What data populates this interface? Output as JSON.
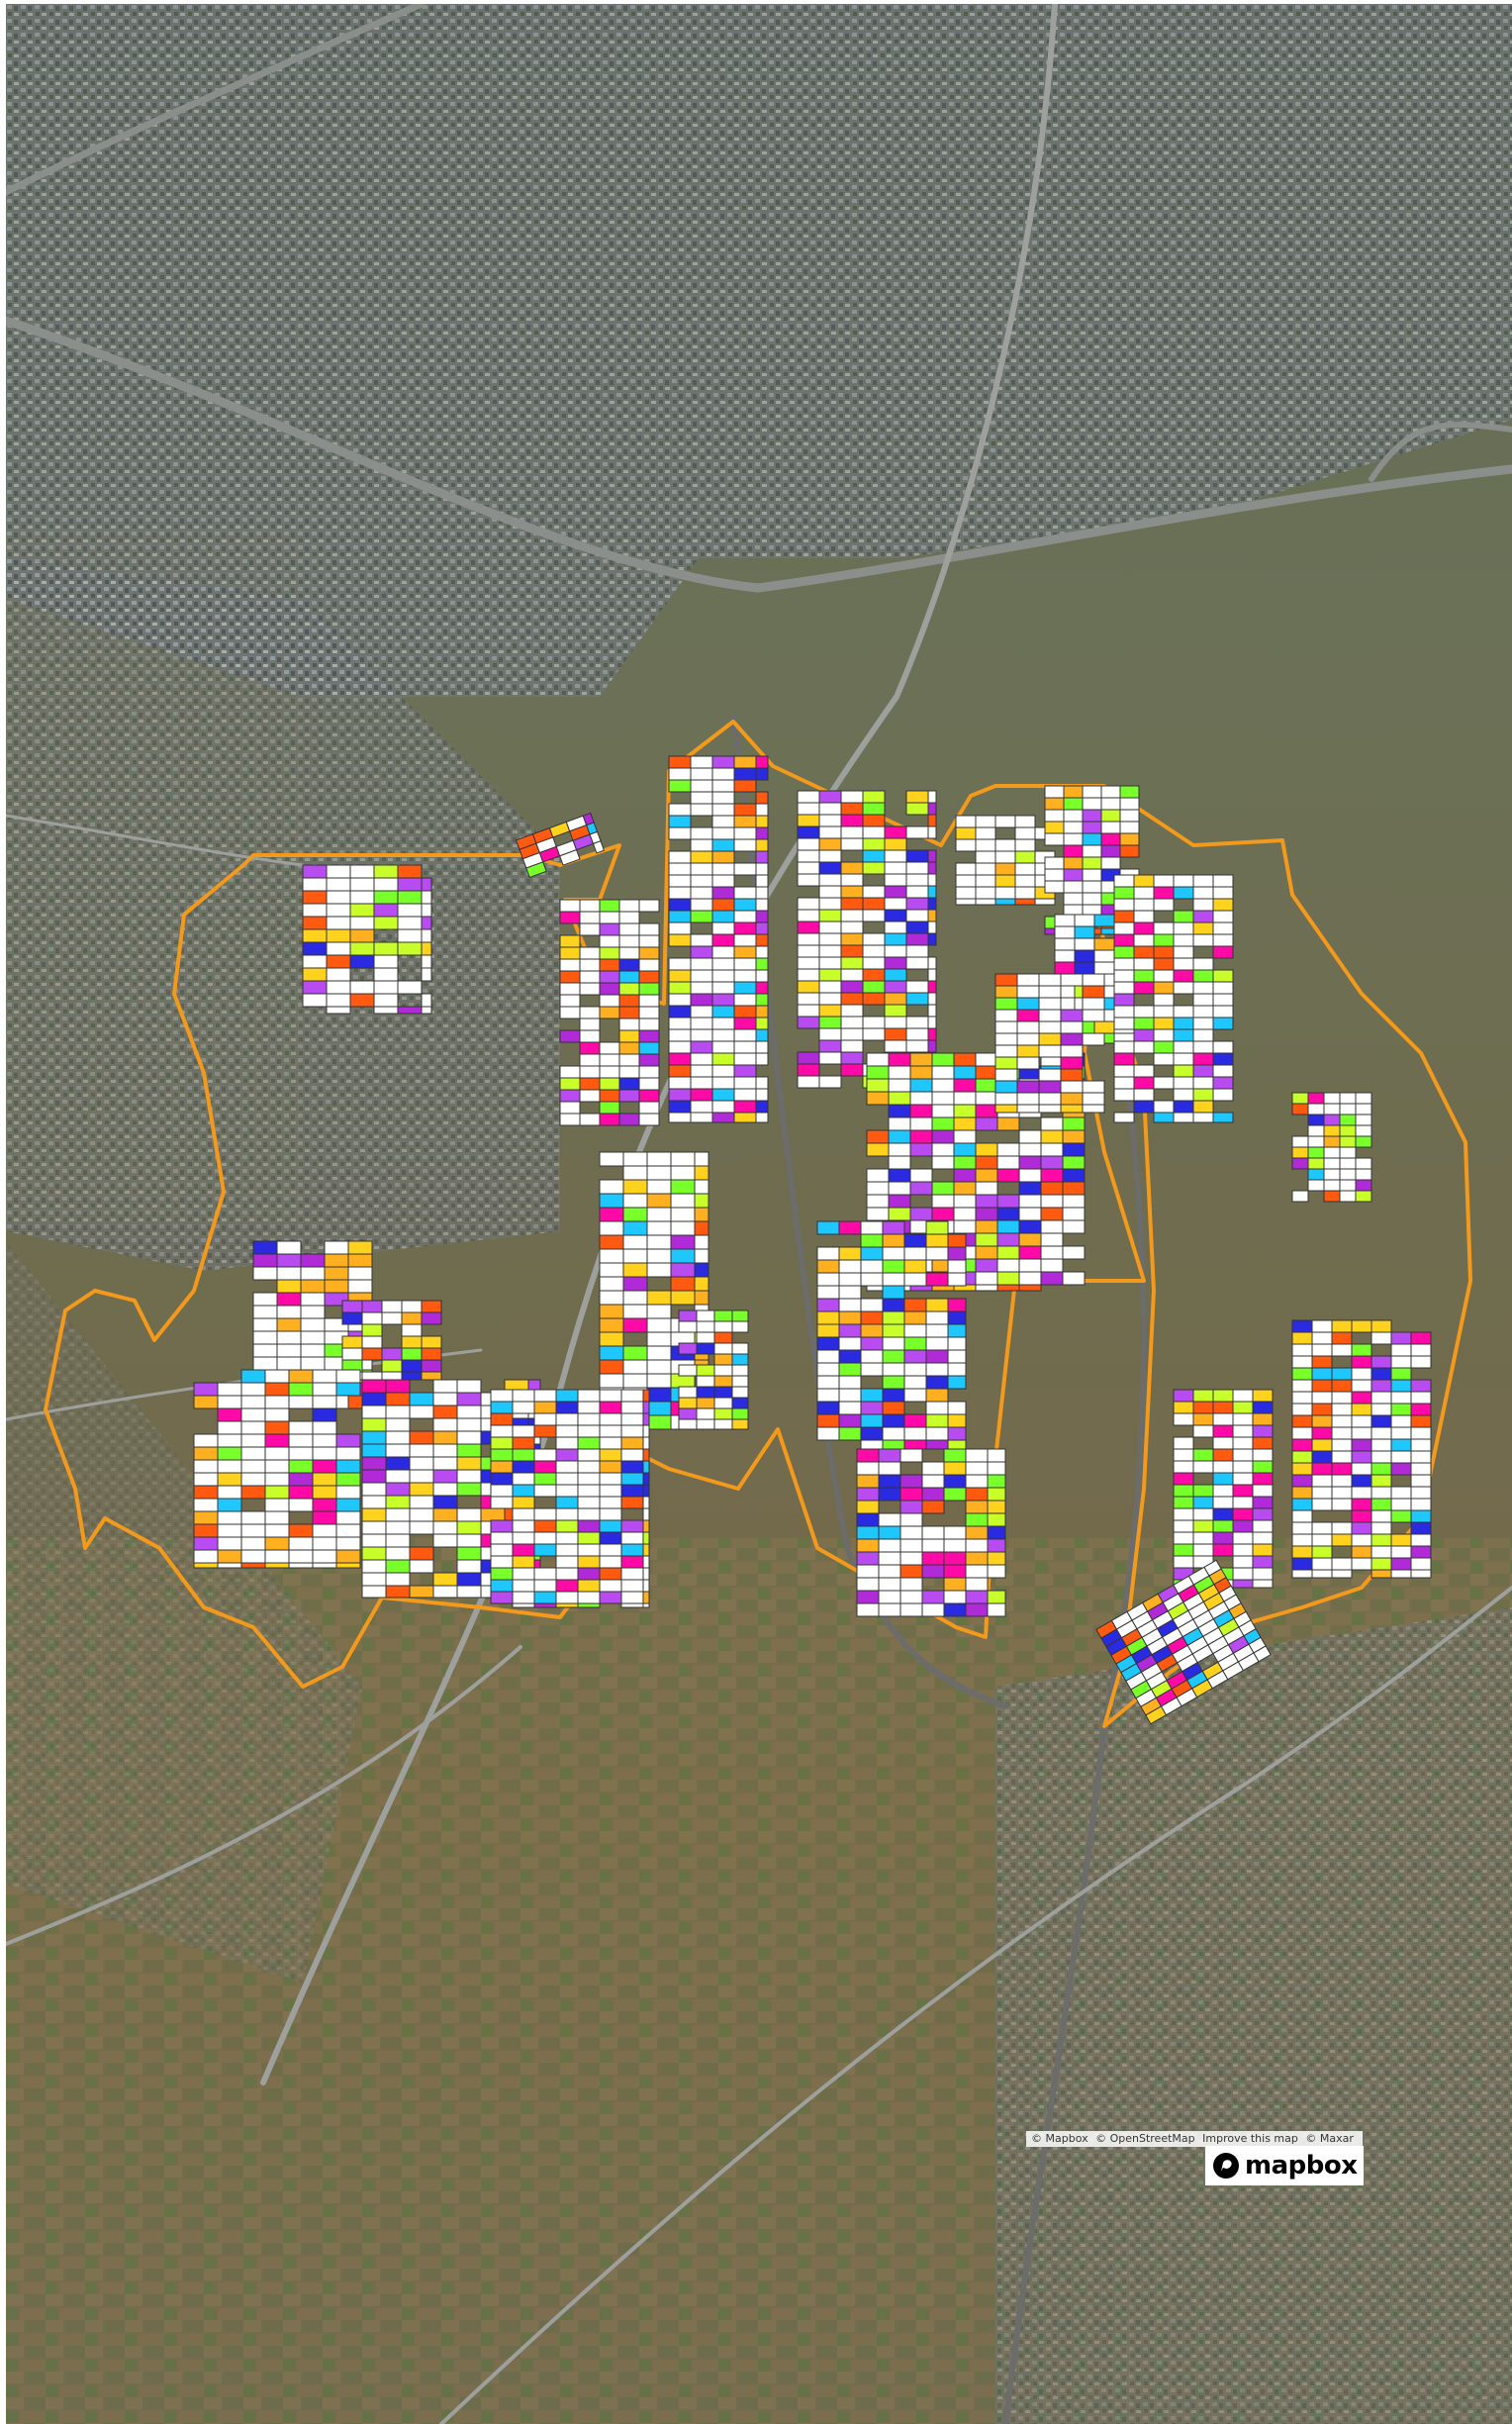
{
  "map": {
    "aria_label": "Satellite map with colored field parcels",
    "boundary_color": "#f39a1c",
    "parcel_colors": [
      "#ffffff",
      "#ff0aa6",
      "#b84cf0",
      "#2a2ae0",
      "#79ff2a",
      "#c8ff2a",
      "#ffb020",
      "#ff5a10",
      "#1ec8ff",
      "#ffd21e",
      "#b02ad8"
    ]
  },
  "attribution": {
    "mapbox": "© Mapbox",
    "osm": "© OpenStreetMap",
    "improve": "Improve this map",
    "maxar": "© Maxar"
  },
  "logo": {
    "text": "mapbox",
    "icon": "mapbox-logo-icon"
  }
}
